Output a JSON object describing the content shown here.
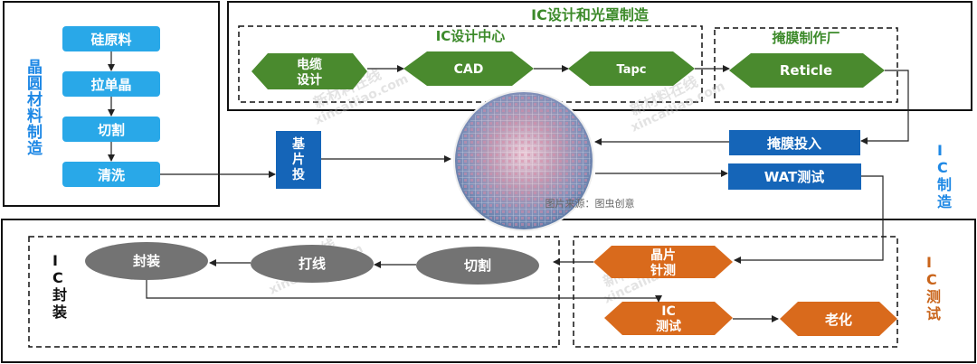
{
  "sections": {
    "wafer_material": "晶圆材料制造",
    "ic_design_mask": "IC设计和光罩制造",
    "ic_design_center": "IC设计中心",
    "mask_factory": "掩膜制作厂",
    "manufacturing": "IC制造",
    "testing": "IC测试",
    "packaging": "IC封装"
  },
  "material_steps": [
    "硅原料",
    "拉单晶",
    "切割",
    "清洗"
  ],
  "design_steps": {
    "eda_line1": "电缆",
    "eda_line2": "设计",
    "cad": "CAD",
    "tapc": "Tapc",
    "reticle": "Reticle"
  },
  "fab_steps": {
    "wafer_input_line1": "基",
    "wafer_input_line2": "片",
    "wafer_input_line3": "投",
    "mask_input": "掩膜投入",
    "wat_test": "WAT测试"
  },
  "image_caption": "图片来源：图虫创意",
  "test_steps": {
    "probe_line1": "晶片",
    "probe_line2": "针测",
    "ic_test_line1": "IC",
    "ic_test_line2": "测试",
    "burn_in": "老化"
  },
  "package_steps": {
    "dicing": "切割",
    "wire_bond": "打线",
    "package": "封装"
  },
  "watermark": {
    "cn": "新材料在线",
    "en": "xincailiao.com"
  },
  "colors": {
    "blue_box": "#29a8e8",
    "fab_blue": "#1565b8",
    "green": "#4a8a2e",
    "orange": "#d96a1c",
    "grey": "#737373",
    "blue_text": "#1e88e5",
    "green_text": "#3c8a2a",
    "orange_text": "#c9641a"
  }
}
